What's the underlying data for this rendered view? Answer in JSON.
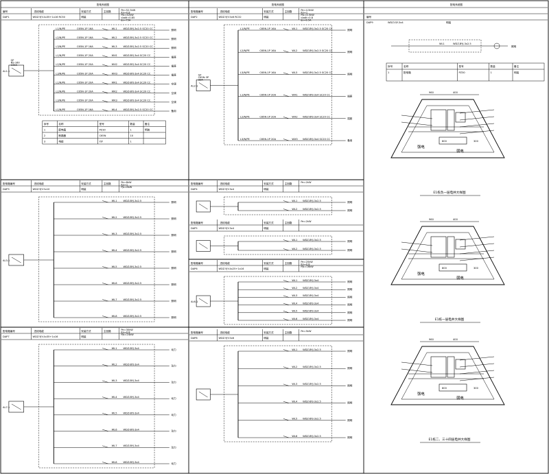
{
  "page_title": "配电系统图",
  "panels": [
    {
      "id": "AT1",
      "header": {
        "label_no": "编号",
        "label_cable": "进线电缆",
        "label_install": "安装方式",
        "label_switch": "主回路",
        "param": "Pe=52.5kW\nKx=0.8\nPjs=42kW\ncosΦ=0.85\nIjs=75A"
      },
      "code": "DAP1",
      "cable": "WDZ-YJY-4x35+1x16 RC50",
      "install": "明装",
      "box_label": "AL1-1",
      "main_switch": "QF\nNS-160\n100A",
      "circuits": [
        {
          "breaker": "L1/N/PE",
          "device": "C65N-1P 16A",
          "no": "WL1",
          "cable": "WDZ-BYJ-3x2.5 SC20 CC",
          "load": "照明"
        },
        {
          "breaker": "L2/N/PE",
          "device": "C65N-1P 16A",
          "no": "WL2",
          "cable": "WDZ-BYJ-3x2.5 SC20 CC",
          "load": "照明"
        },
        {
          "breaker": "L3/N/PE",
          "device": "C65N-1P 16A",
          "no": "WL3",
          "cable": "WDZ-BYJ-3x2.5 SC20 CC",
          "load": "照明"
        },
        {
          "breaker": "L1/N/PE",
          "device": "C65N-1P 20A",
          "no": "WX1",
          "cable": "WDZ-BYJ-3x4 SC20 CC",
          "load": "插座"
        },
        {
          "breaker": "L2/N/PE",
          "device": "C65N-1P 20A",
          "no": "WX2",
          "cable": "WDZ-BYJ-3x4 SC20 CC",
          "load": "插座"
        },
        {
          "breaker": "L3/N/PE",
          "device": "C65N-1P 20A",
          "no": "WX3",
          "cable": "WDZ-BYJ-3x4 SC20 CC",
          "load": "插座"
        },
        {
          "breaker": "L1/N/PE",
          "device": "C65N-1P 20A",
          "no": "WK1",
          "cable": "WDZ-BYJ-3x4 SC20 CC",
          "load": "空调"
        },
        {
          "breaker": "L2/N/PE",
          "device": "C65N-1P 20A",
          "no": "WK2",
          "cable": "WDZ-BYJ-3x4 SC20 CC",
          "load": "空调"
        },
        {
          "breaker": "L3/N/PE",
          "device": "C65N-1P 20A",
          "no": "WK3",
          "cable": "WDZ-BYJ-3x4 SC20 CC",
          "load": "空调"
        },
        {
          "breaker": "L1/N/PE",
          "device": "C65N-1P 16A",
          "no": "WL4",
          "cable": "WDZ-BYJ-3x2.5 SC20 CC",
          "load": "备用"
        }
      ],
      "table": [
        [
          "序号",
          "名称",
          "型号",
          "数量",
          "备注"
        ],
        [
          "1",
          "配电箱",
          "PZ30",
          "1",
          "明装"
        ],
        [
          "2",
          "断路器",
          "C65N",
          "10",
          ""
        ],
        [
          "3",
          "电缆",
          "YJY",
          "1",
          ""
        ]
      ]
    },
    {
      "id": "AT2",
      "header": {
        "label_no": "配电箱编号",
        "label_cable": "进线电缆",
        "label_install": "安装方式",
        "label_switch": "主回路",
        "param": "Pe=4.5kW\nKx=1\nPjs=4.5kW\ncosΦ=0.8\nIjs=8.5A"
      },
      "code": "DAP2",
      "cable": "WDZ-YJY-5x6 RC32",
      "install": "明装",
      "box_label": "AL2-1",
      "main_switch": "QF\nC65N-3P\n32A",
      "circuits": [
        {
          "breaker": "L1/N/PE",
          "device": "C65N-1P 16A",
          "no": "WL1",
          "cable": "WDZ-BYJ-3x2.5 SC20 CC",
          "load": "照明"
        },
        {
          "breaker": "L2/N/PE",
          "device": "C65N-1P 16A",
          "no": "WL2",
          "cable": "WDZ-BYJ-3x2.5 SC20 CC",
          "load": "照明"
        },
        {
          "breaker": "L3/N/PE",
          "device": "C65N-1P 16A",
          "no": "WL3",
          "cable": "WDZ-BYJ-3x2.5 SC20 CC",
          "load": "照明"
        },
        {
          "breaker": "L1/N/PE",
          "device": "C65N-1P 20A",
          "no": "WX1",
          "cable": "WDZ-BYJ-3x4 SC20 CC",
          "load": "插座"
        },
        {
          "breaker": "L2/N/PE",
          "device": "C65N-1P 20A",
          "no": "WX2",
          "cable": "WDZ-BYJ-3x4 SC20 CC",
          "load": "插座"
        },
        {
          "breaker": "L3/N/PE",
          "device": "C65N-1P 20A",
          "no": "WX3",
          "cable": "WDZ-BYJ-3x4 SC20 CC",
          "load": "备用"
        }
      ]
    },
    {
      "id": "AT3",
      "code": "DAP3",
      "cable": "WDZ-YJY-5x10",
      "install": "明装",
      "box_label": "AL3-1",
      "header": {
        "label_no": "配电箱编号",
        "label_cable": "进线电缆",
        "label_install": "安装方式",
        "label_switch": "主回路",
        "param": "Pe=8kW\nKx=1\nPjs=8kW"
      },
      "circuits": [
        {
          "no": "WL1",
          "cable": "WDZ-BYJ-3x2.5",
          "load": "照明"
        },
        {
          "no": "WL2",
          "cable": "WDZ-BYJ-3x2.5",
          "load": "照明"
        },
        {
          "no": "WL3",
          "cable": "WDZ-BYJ-3x2.5",
          "load": "照明"
        },
        {
          "no": "WL4",
          "cable": "WDZ-BYJ-3x2.5",
          "load": "照明"
        },
        {
          "no": "WL5",
          "cable": "WDZ-BYJ-3x2.5",
          "load": "照明"
        },
        {
          "no": "WL6",
          "cable": "WDZ-BYJ-3x2.5",
          "load": "照明"
        },
        {
          "no": "WL7",
          "cable": "WDZ-BYJ-3x2.5",
          "load": "照明"
        },
        {
          "no": "WL8",
          "cable": "WDZ-BYJ-3x2.5",
          "load": "照明"
        }
      ]
    },
    {
      "id": "AT4",
      "code": "DAP4",
      "header": {
        "label_no": "配电箱编号",
        "label_cable": "进线电缆",
        "label_install": "安装方式",
        "label_switch": "主回路",
        "param": "Pe=2kW"
      },
      "cable": "WDZ-YJY-3x4",
      "install": "明装",
      "circuits": [
        {
          "no": "WL1",
          "cable": "WDZ-BYJ-3x2.5",
          "load": "照明"
        },
        {
          "no": "WL2",
          "cable": "WDZ-BYJ-3x2.5",
          "load": "照明"
        }
      ]
    },
    {
      "id": "AT5",
      "code": "DAP5",
      "header": {
        "label_no": "配电箱编号",
        "label_cable": "进线电缆",
        "label_install": "安装方式",
        "label_switch": "主回路",
        "param": "Pe=2kW"
      },
      "cable": "WDZ-YJY-3x4",
      "install": "明装",
      "circuits": [
        {
          "no": "WL1",
          "cable": "WDZ-BYJ-3x2.5",
          "load": "照明"
        },
        {
          "no": "WL2",
          "cable": "WDZ-BYJ-3x2.5",
          "load": "照明"
        }
      ]
    },
    {
      "id": "AT6",
      "code": "DAP6",
      "header": {
        "label_no": "配电箱编号",
        "label_cable": "进线电缆",
        "label_install": "安装方式",
        "label_switch": "主回路",
        "param": "Pe=20kW\nKx=0.8\nPjs=16kW"
      },
      "cable": "WDZ-YJY-4x25+1x16",
      "install": "明装",
      "box_label": "AL6-1",
      "circuits": [
        {
          "no": "WL1",
          "cable": "WDZ-BYJ-3x4",
          "load": "照明"
        },
        {
          "no": "WL2",
          "cable": "WDZ-BYJ-3x4",
          "load": "照明"
        },
        {
          "no": "WL3",
          "cable": "WDZ-BYJ-3x4",
          "load": "照明"
        },
        {
          "no": "WL4",
          "cable": "WDZ-BYJ-3x4",
          "load": "照明"
        },
        {
          "no": "WL5",
          "cable": "WDZ-BYJ-3x4",
          "load": "照明"
        },
        {
          "no": "WL6",
          "cable": "WDZ-BYJ-3x4",
          "load": "照明"
        }
      ]
    },
    {
      "id": "AT7",
      "code": "DAP7",
      "header": {
        "label_no": "配电箱编号",
        "label_cable": "进线电缆",
        "label_install": "安装方式",
        "label_switch": "主回路",
        "param": "Pe=30kW\nKx=0.8\nPjs=24kW"
      },
      "cable": "WDZ-YJY-4x35+1x16",
      "install": "明装",
      "box_label": "AL7-1",
      "circuits": [
        {
          "no": "WL1",
          "cable": "WDZ-BYJ-3x4",
          "load": "动力"
        },
        {
          "no": "WL2",
          "cable": "WDZ-BYJ-3x4",
          "load": "动力"
        },
        {
          "no": "WL3",
          "cable": "WDZ-BYJ-3x4",
          "load": "动力"
        },
        {
          "no": "WL4",
          "cable": "WDZ-BYJ-3x4",
          "load": "动力"
        },
        {
          "no": "WL5",
          "cable": "WDZ-BYJ-3x4",
          "load": "动力"
        },
        {
          "no": "WL6",
          "cable": "WDZ-BYJ-3x4",
          "load": "动力"
        },
        {
          "no": "WL7",
          "cable": "WDZ-BYJ-3x4",
          "load": "动力"
        },
        {
          "no": "WL8",
          "cable": "WDZ-BYJ-3x4",
          "load": "动力"
        }
      ]
    },
    {
      "id": "AT8",
      "code": "DAP8",
      "header": {
        "label_no": "配电箱编号",
        "label_cable": "进线电缆",
        "label_install": "安装方式",
        "label_switch": "主回路",
        "param": "Pe=5kW"
      },
      "cable": "WDZ-YJY-5x6",
      "install": "明装",
      "circuits": [
        {
          "no": "WL1",
          "cable": "WDZ-BYJ-3x2.5",
          "load": "照明"
        },
        {
          "no": "WL2",
          "cable": "WDZ-BYJ-3x2.5",
          "load": "照明"
        },
        {
          "no": "WL3",
          "cable": "WDZ-BYJ-3x2.5",
          "load": "照明"
        },
        {
          "no": "WL4",
          "cable": "WDZ-BYJ-3x2.5",
          "load": "照明"
        },
        {
          "no": "WL5",
          "cable": "WDZ-BYJ-3x2.5",
          "load": "照明"
        },
        {
          "no": "WL6",
          "cable": "WDZ-BYJ-3x2.5",
          "load": "照明"
        }
      ]
    }
  ],
  "right_column": {
    "top_panel": {
      "code": "DAP9",
      "cable": "WDZ-YJY-3x4",
      "install": "明装",
      "circuit_no": "WL1",
      "circuit_cable": "WDZ-BYJ-3x2.5",
      "load": "照明"
    },
    "section_tables": [
      [
        "序号",
        "名称",
        "型号",
        "数量",
        "备注"
      ],
      [
        "1",
        "配电箱",
        "PZ30",
        "1",
        "明装"
      ]
    ],
    "sections": [
      {
        "caption": "E1栋负一层电井大样图",
        "dim_top": "960",
        "dim_a": "400",
        "dim_b": "800",
        "dim_c": "300",
        "label_left": "强电",
        "label_right": "弱电"
      },
      {
        "caption": "E1栋一层电井大样图",
        "dim_top": "960",
        "dim_a": "400",
        "dim_b": "800",
        "dim_c": "300",
        "label_left": "强电",
        "label_right": "弱电"
      },
      {
        "caption": "E1栋二、三十四层电井大样图",
        "dim_top": "960",
        "dim_a": "400",
        "dim_b": "800",
        "dim_c": "300",
        "label_left": "强电",
        "label_right": "弱电"
      }
    ]
  }
}
